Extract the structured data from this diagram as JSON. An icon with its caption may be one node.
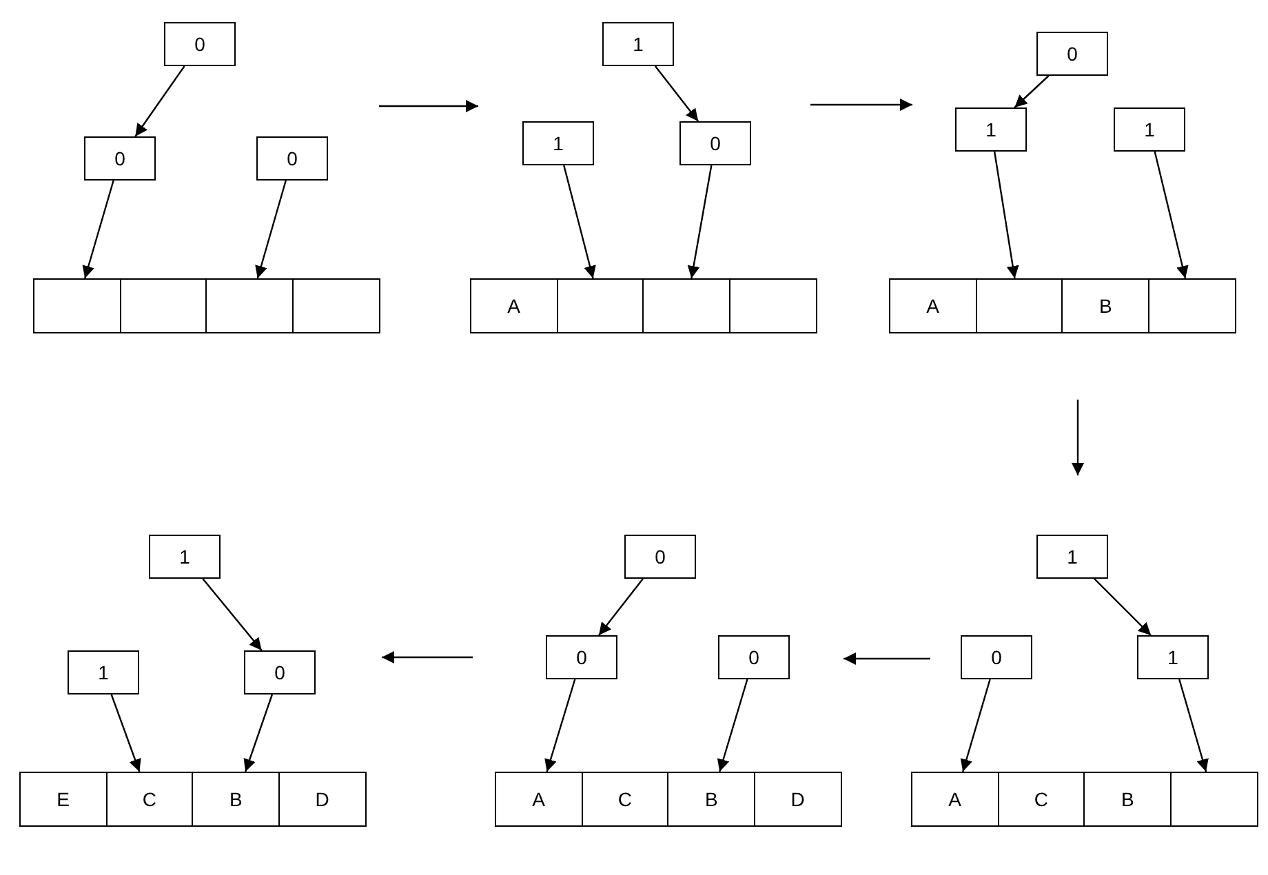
{
  "diagram": {
    "nodes": [
      {
        "text": [
          "0"
        ]
      },
      {
        "text": [
          "0"
        ]
      },
      {
        "text": [
          "0"
        ]
      },
      {
        "text": [],
        "shape": "box"
      },
      {
        "text": [],
        "shape": "box"
      },
      {
        "text": [],
        "shape": "box"
      },
      {
        "text": [],
        "shape": "box"
      },
      {
        "text": [
          "1"
        ]
      },
      {
        "text": [
          "1"
        ]
      },
      {
        "text": [
          "0"
        ]
      },
      {
        "text": [
          "A"
        ]
      },
      {
        "text": [],
        "shape": "box"
      },
      {
        "text": [],
        "shape": "box"
      },
      {
        "text": [],
        "shape": "box"
      },
      {
        "text": [
          "0"
        ]
      },
      {
        "text": [
          "1"
        ]
      },
      {
        "text": [
          "1"
        ]
      },
      {
        "text": [
          "A"
        ]
      },
      {
        "text": [],
        "shape": "box"
      },
      {
        "text": [
          "B"
        ]
      },
      {
        "text": [],
        "shape": "box"
      },
      {
        "text": [
          "1"
        ]
      },
      {
        "text": [
          "1"
        ]
      },
      {
        "text": [
          "0"
        ]
      },
      {
        "text": [
          "E"
        ]
      },
      {
        "text": [
          "C"
        ]
      },
      {
        "text": [
          "B"
        ]
      },
      {
        "text": [
          "D"
        ]
      },
      {
        "text": [
          "0"
        ]
      },
      {
        "text": [
          "0"
        ]
      },
      {
        "text": [
          "0"
        ]
      },
      {
        "text": [
          "A"
        ]
      },
      {
        "text": [
          "C"
        ]
      },
      {
        "text": [
          "B"
        ]
      },
      {
        "text": [
          "D"
        ]
      },
      {
        "text": [
          "1"
        ]
      },
      {
        "text": [
          "0"
        ]
      },
      {
        "text": [
          "1"
        ]
      },
      {
        "text": [
          "A"
        ]
      },
      {
        "text": [
          "C"
        ]
      },
      {
        "text": [
          "B"
        ]
      },
      {
        "text": [],
        "shape": "box"
      }
    ],
    "edges": [
      {
        "from": 0,
        "to": 1,
        "arrow": "to"
      },
      {
        "from": 1,
        "to": 3,
        "arrow": "to"
      },
      {
        "from": 2,
        "to": 5,
        "arrow": "to"
      },
      {
        "from": 7,
        "to": 9,
        "arrow": "to"
      },
      {
        "from": 8,
        "to": 11,
        "arrow": "to"
      },
      {
        "from": 9,
        "to": 12,
        "arrow": "to"
      },
      {
        "from": 14,
        "to": 15,
        "arrow": "to"
      },
      {
        "from": 15,
        "to": 18,
        "arrow": "to"
      },
      {
        "from": 16,
        "to": 20,
        "arrow": "to"
      },
      {
        "from": 21,
        "to": 23,
        "arrow": "to"
      },
      {
        "from": 22,
        "to": 25,
        "arrow": "to"
      },
      {
        "from": 23,
        "to": 26,
        "arrow": "to"
      },
      {
        "from": 28,
        "to": 29,
        "arrow": "to"
      },
      {
        "from": 29,
        "to": 31,
        "arrow": "to"
      },
      {
        "from": 30,
        "to": 33,
        "arrow": "to"
      },
      {
        "from": 35,
        "to": 37,
        "arrow": "to"
      },
      {
        "from": 36,
        "to": 38,
        "arrow": "to"
      },
      {
        "from": 37,
        "to": 41,
        "arrow": "to"
      }
    ]
  }
}
